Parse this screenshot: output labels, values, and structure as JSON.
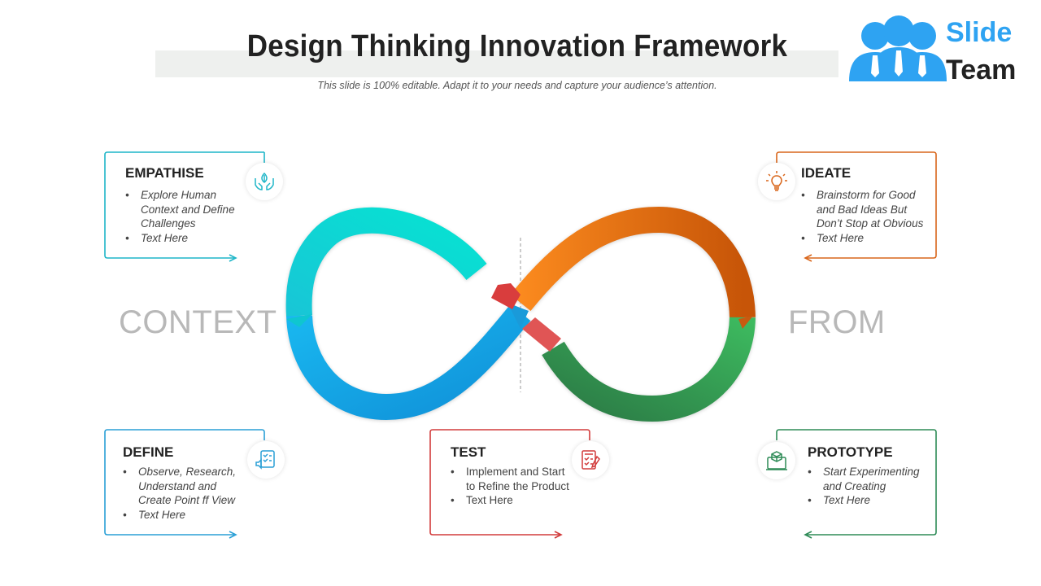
{
  "header": {
    "title": "Design Thinking Innovation Framework",
    "subtitle": "This slide is 100% editable. Adapt it to your needs and capture your audience’s attention."
  },
  "logo": {
    "line1": "Slide",
    "line2": "Team",
    "icon": "people-group-icon"
  },
  "side_words": {
    "left": "CONTEXT",
    "right": "FROM"
  },
  "boxes": {
    "empathise": {
      "title": "EMPATHISE",
      "items": [
        "Explore Human Context and Define Challenges",
        "Text Here"
      ],
      "icon": "hands-leaf-icon",
      "color": "#1fb6c8"
    },
    "ideate": {
      "title": "IDEATE",
      "items": [
        "Brainstorm for Good and Bad Ideas But Don’t Stop at Obvious",
        "Text Here"
      ],
      "icon": "lightbulb-icon",
      "color": "#d9661b"
    },
    "define": {
      "title": "DEFINE",
      "items": [
        "Observe, Research, Understand and Create Point ff View",
        "Text Here"
      ],
      "icon": "checklist-speaker-icon",
      "color": "#2a9fd6"
    },
    "test": {
      "title": "TEST",
      "items": [
        "Implement and Start to Refine the Product",
        "Text Here"
      ],
      "icon": "test-clipboard-icon",
      "color": "#d23b3b"
    },
    "prototype": {
      "title": "PROTOTYPE",
      "items": [
        "Start Experimenting and Creating",
        "Text Here"
      ],
      "icon": "cube-computer-icon",
      "color": "#2e8b57"
    }
  },
  "colors": {
    "teal": "#12d3c7",
    "blue": "#16a3e6",
    "orange": "#f57b19",
    "dark_orange": "#c85a10",
    "green": "#3aab5a",
    "dark_green": "#2d7a44",
    "red": "#d93d3d"
  }
}
